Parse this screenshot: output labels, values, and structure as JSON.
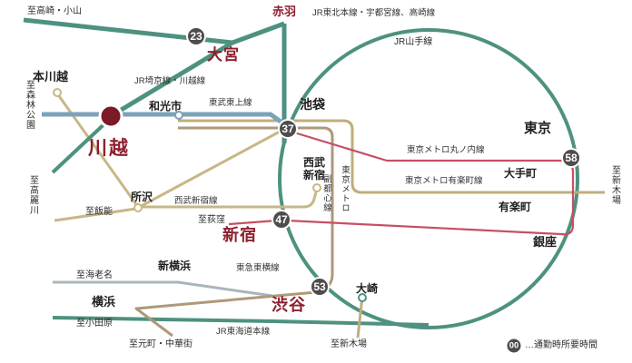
{
  "colors": {
    "jr_green": "#4e9180",
    "tobu_blue": "#7ba2b9",
    "seibu_tan": "#c8b787",
    "metro_tan": "#bfad7b",
    "fukutoshin_brown": "#ae9979",
    "sotetsu_gray": "#a9b5bd",
    "marunouchi_red": "#c64f63",
    "station_red": "#8e1f2f",
    "kawagoe_red": "#7c1a28",
    "badge_gray": "#4f4c4c"
  },
  "stations": {
    "kawagoe": "川越",
    "honkawagoe": "本川越",
    "wakoshi": "和光市",
    "omiya": "大宮",
    "akabane": "赤羽",
    "ikebukuro": "池袋",
    "seibu_shinjuku": "西武新宿",
    "shinjuku": "新宿",
    "tokorozawa": "所沢",
    "tokyo": "東京",
    "otemachi": "大手町",
    "yurakucho": "有楽町",
    "ginza": "銀座",
    "shin_yokohama": "新横浜",
    "yokohama": "横浜",
    "shibuya": "渋谷",
    "osaki": "大崎"
  },
  "badges": {
    "omiya": "23",
    "ikebukuro": "37",
    "shinjuku": "47",
    "shibuya": "53",
    "tokyo": "58"
  },
  "lines": {
    "jr_tohoku": "JR東北本線・宇都宮線、高崎線",
    "jr_yamanote": "JR山手線",
    "jr_saikyo_kawagoe": "JR埼京線・川越線",
    "tobu_tojo": "東武東上線",
    "metro_marunouchi": "東京メトロ丸ノ内線",
    "metro_yurakucho": "東京メトロ有楽町線",
    "seibu_shinjuku": "西武新宿線",
    "tokyo_metro": "東京メトロ",
    "fukutoshin": "副都心線",
    "tokyu_toyoko": "東急東横線",
    "jr_tokaido": "JR東海道本線"
  },
  "destinations": {
    "takasaki_oyama": "至高崎・小山",
    "shinrin_koen": "至森林公園",
    "komagawa": "至高麗川",
    "hanno": "至飯能",
    "ogikubo": "至荻窪",
    "shinkiba_right": "至新木場",
    "ebina": "至海老名",
    "odawara": "至小田原",
    "motomachi_chukagai": "至元町・中華街",
    "shinkiba_bottom": "至新木場"
  },
  "legend": {
    "badge": "00",
    "label": "…通勤時所要時間"
  }
}
